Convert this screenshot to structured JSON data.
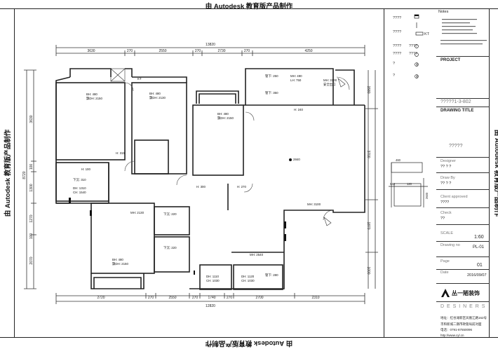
{
  "watermark": "由 Autodesk 教育版产品制作",
  "dims": {
    "top_total": "13820",
    "top_segments": [
      "3630",
      "270",
      "2550",
      "270",
      "2730",
      "270",
      "4250"
    ],
    "bottom_total": "12820",
    "bottom_segments": [
      "2720",
      "270",
      "2550",
      "270",
      "1740",
      "270",
      "2700",
      "2310"
    ],
    "left_total": "8720",
    "left_segments": [
      "3630",
      "100",
      "1300",
      "1270",
      "100",
      "2070"
    ],
    "right_segments": [
      "1580",
      "3700",
      "1870",
      "1000"
    ]
  },
  "rooms": [
    {
      "bh": "BH: 480",
      "ch": "飘DH: 2150"
    },
    {
      "bh": "BH: 480",
      "ch": "飘DH: 2130"
    },
    {
      "bh": "BH: 480",
      "ch": "飘DH: 2150"
    },
    {
      "bh": "BH: 480",
      "ch": "飘DH: 2150"
    }
  ],
  "labels": {
    "kt": "KT",
    "h315": "H: 315",
    "h100": "H: 100",
    "xia310": "下沉: 310",
    "win1": "DH: 1310",
    "win1b": "CH: 1540",
    "h300": "H: 300",
    "h270": "H: 270",
    "mh2130": "MH: 2130",
    "xia220a": "下沉: 220",
    "xia220b": "下沉: 220",
    "mh3100": "MH: 3100",
    "mh2540": "MH: 2540",
    "guan280": "管下: 280",
    "dh1110": "DH: 1110",
    "ch1030a": "CH: 1030",
    "dh1120": "DH: 1120",
    "ch1030b": "CH: 1030",
    "guan250": "管下: 250",
    "guan350": "管下: 350",
    "mh490": "MH: 490",
    "lh750": "LH: 750",
    "mh3100b": "MH: 3100",
    "anquan": "安全出口",
    "h240": "H: 240",
    "elev": "2840"
  },
  "legend": {
    "items": [
      "????",
      "????",
      "????",
      "????",
      "?",
      "?",
      "????",
      "????"
    ],
    "kt": "KT"
  },
  "titleblock": {
    "notes": "Notes",
    "project": "PROJECT",
    "project_no": "?????1-3-802",
    "drawing_title": "DRAWING TITLE",
    "drawing_name": "?????",
    "designer": "Designer",
    "designer_val": "??              ?     ?",
    "draw_by": "Draw By",
    "draw_by_val": "??              ?     ?",
    "client": "Client approved",
    "client_val": "????",
    "check": "Check",
    "check_val": "??",
    "scale": "SCALE",
    "scale_val": "1:60",
    "drawing_no": "Drawing  no",
    "drawing_no_val": "PL-01",
    "page": "Page",
    "page_val": "01",
    "date": "Date",
    "date_val": "2016/09/07",
    "company": "丛一陋装饰",
    "designers": "D E S I N E R S",
    "address1": "地址：红谷滩新区凤凰江路162号",
    "address2": "丰和新城二期市政管局前对面",
    "phone": "电话：0791-87550096",
    "web": "http://www.cyl.cn"
  },
  "detail": {
    "d1": "460",
    "d2": "940",
    "d3": "120",
    "d4": "2600"
  }
}
